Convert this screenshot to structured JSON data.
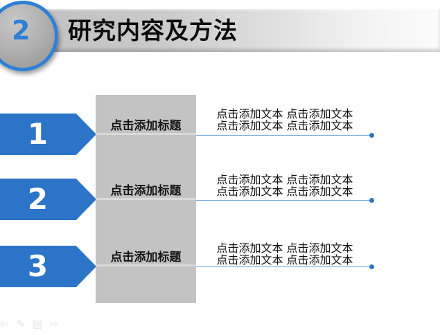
{
  "slide": {
    "badge_number": "2",
    "title": "研究内容及方法"
  },
  "items": [
    {
      "number": "1",
      "title_placeholder": "点击添加标题",
      "text_line1": "点击添加文本 点击添加文本",
      "text_line2": "点击添加文本 点击添加文本"
    },
    {
      "number": "2",
      "title_placeholder": "点击添加标题",
      "text_line1": "点击添加文本 点击添加文本",
      "text_line2": "点击添加文本 点击添加文本"
    },
    {
      "number": "3",
      "title_placeholder": "点击添加标题",
      "text_line1": "点击添加文本 点击添加文本",
      "text_line2": "点击添加文本 点击添加文本"
    }
  ],
  "footer": {
    "icons": [
      {
        "name": "previous-slide",
        "glyph": "⇦"
      },
      {
        "name": "pen-tool",
        "glyph": "✎"
      },
      {
        "name": "slide-menu",
        "glyph": "▤"
      },
      {
        "name": "next-slide",
        "glyph": "⇨"
      }
    ]
  },
  "colors": {
    "arrow_blue": "#2b74c8",
    "ring_blue": "#2f7fd6",
    "badge_number_blue": "#2f7fd6",
    "connector_blue": "#74a7dd",
    "dot_blue": "#2e75c9",
    "panel_gray": "#c3c3c3",
    "titlebar_gray": "#c1c1c1"
  }
}
